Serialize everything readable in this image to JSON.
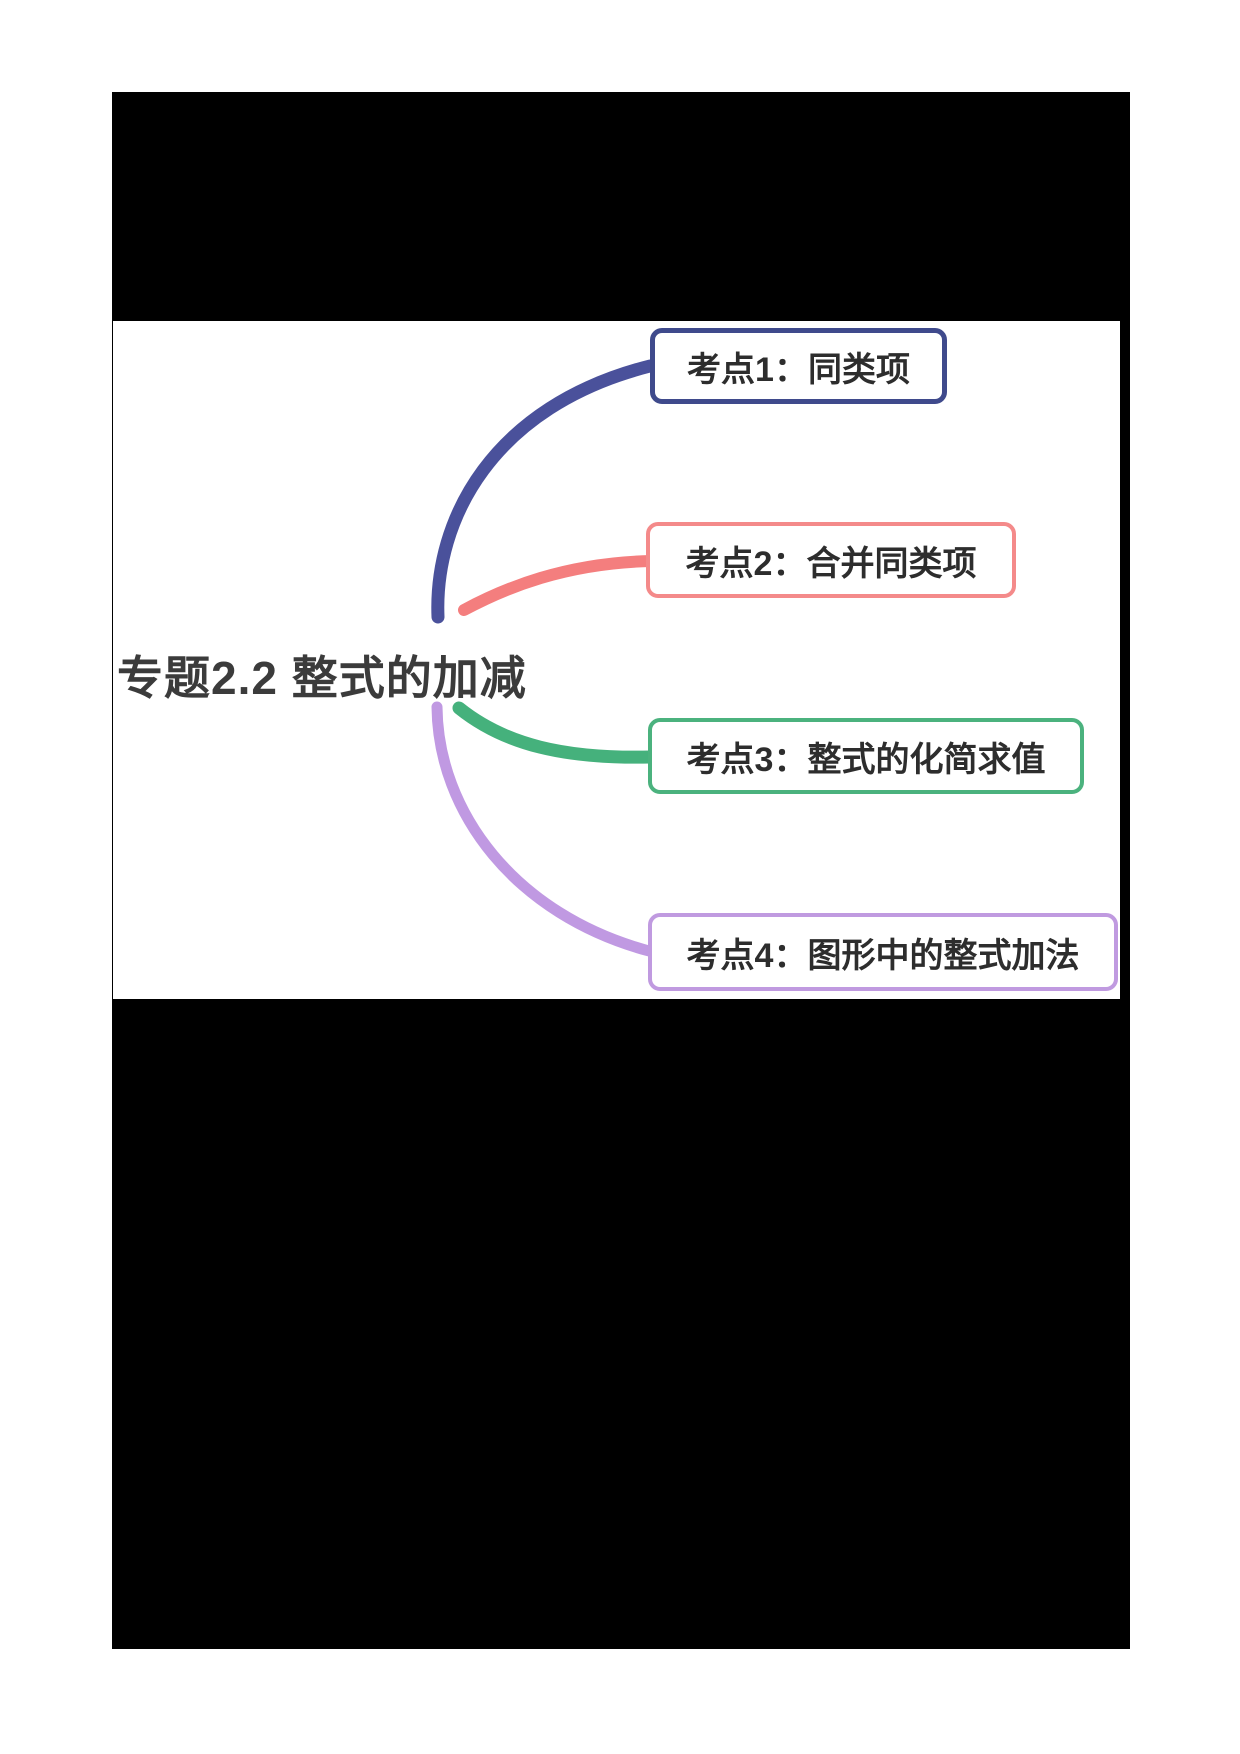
{
  "page": {
    "background": "#ffffff",
    "panel_background": "#000000",
    "content_background": "#ffffff"
  },
  "mindmap": {
    "root": {
      "label": "专题2.2 整式的加减",
      "color": "#3b3b3b"
    },
    "text_color": "#2d2d2d",
    "nodes": [
      {
        "label": "考点1：同类项",
        "border_color": "#3f4a8c",
        "branch_color": "#4a519b"
      },
      {
        "label": "考点2：合并同类项",
        "border_color": "#f48a8a",
        "branch_color": "#f47e7e"
      },
      {
        "label": "考点3：整式的化简求值",
        "border_color": "#4bb27e",
        "branch_color": "#45b17c"
      },
      {
        "label": "考点4：图形中的整式加法",
        "border_color": "#c09ae0",
        "branch_color": "#c099e2"
      }
    ]
  }
}
